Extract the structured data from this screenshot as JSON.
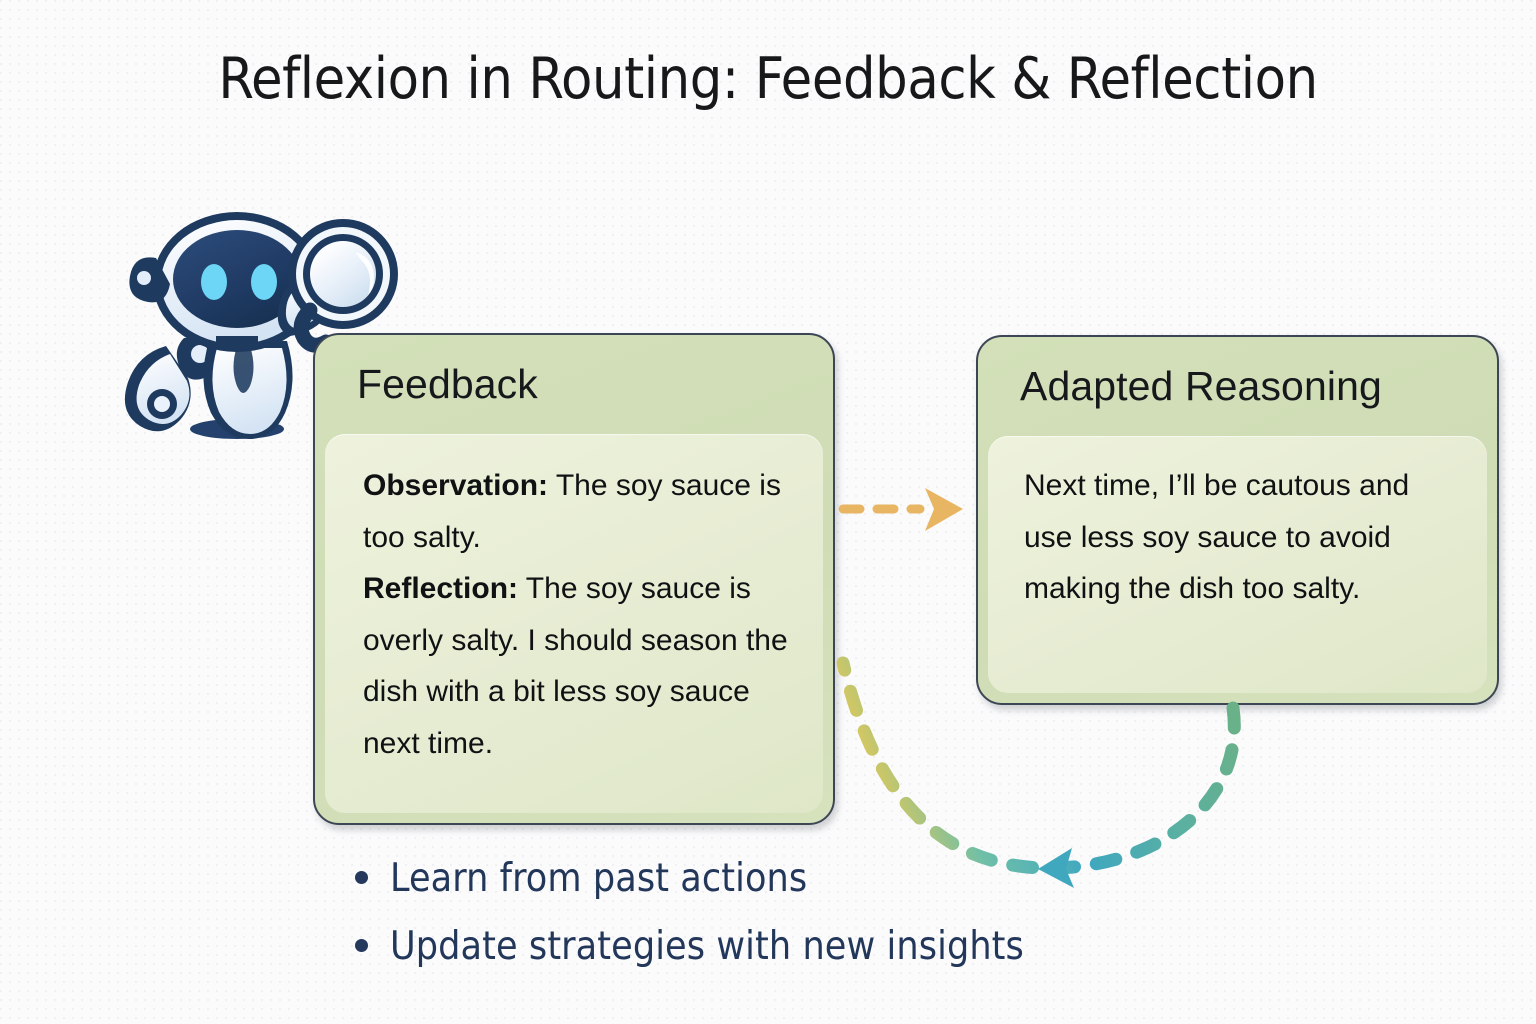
{
  "slide": {
    "title_lead": "Reflexion in Routing:",
    "title_tail": " Feedback & Reflection",
    "background_color": "#fbfbfc"
  },
  "mascot": {
    "name": "robot-with-magnifier",
    "body_color": "#eaf2fb",
    "outline_color": "#1e3a5f",
    "face_color": "#1f3a63",
    "eye_color": "#6dd5f5"
  },
  "cards": {
    "feedback": {
      "title": "Feedback",
      "observation_label": "Observation:",
      "observation_text": " The soy sauce is too salty.",
      "reflection_label": "Reflection:",
      "reflection_text": " The soy sauce is overly salty.  I should season the dish with a bit less soy sauce next time.",
      "fill_color": "#d3e0b9",
      "inner_fill_color": "#eaf0d6",
      "border_color": "#3d4654"
    },
    "adapted": {
      "title": "Adapted Reasoning",
      "body_text": "Next time, I’ll be cautous and use less soy sauce to avoid making the dish too salty.",
      "fill_color": "#d3e0b9",
      "inner_fill_color": "#eaf0d6",
      "border_color": "#3d4654"
    }
  },
  "arrows": {
    "forward": {
      "name": "feedback-to-adapted-arrow",
      "style": "dashed",
      "color": "#e8b563",
      "direction": "right"
    },
    "feedback_loop": {
      "name": "adapted-to-feedback-loop-arrow",
      "style": "dashed-curve",
      "color_start": "#d9c85e",
      "color_mid": "#3fa8bf",
      "color_end": "#6cb183",
      "direction": "left"
    }
  },
  "bullets": {
    "items": [
      {
        "label": "Learn from past actions"
      },
      {
        "label": "Update strategies with new insights"
      }
    ],
    "dot_color": "#24395c",
    "text_color": "#22375a"
  }
}
